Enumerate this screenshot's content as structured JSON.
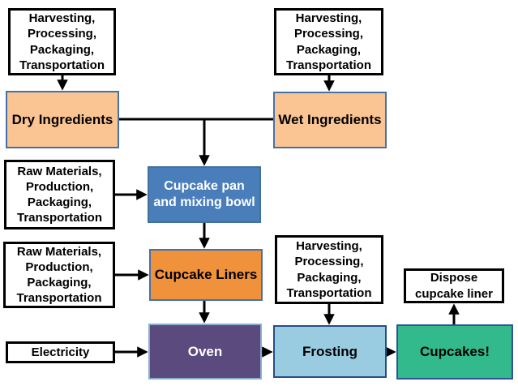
{
  "diagram": {
    "description": "Cupcake life-cycle flowchart",
    "nodes": {
      "top_left_inputs": {
        "label": "Harvesting,\nProcessing,\nPackaging,\nTransportation"
      },
      "top_right_inputs": {
        "label": "Harvesting,\nProcessing,\nPackaging,\nTransportation"
      },
      "dry_ingredients": {
        "label": "Dry Ingredients"
      },
      "wet_ingredients": {
        "label": "Wet Ingredients"
      },
      "pan_inputs": {
        "label": "Raw Materials,\nProduction,\nPackaging,\nTransportation"
      },
      "cupcake_pan": {
        "label": "Cupcake pan\nand mixing bowl"
      },
      "liner_inputs": {
        "label": "Raw Materials,\nProduction,\nPackaging,\nTransportation"
      },
      "cupcake_liners": {
        "label": "Cupcake Liners"
      },
      "frosting_inputs": {
        "label": "Harvesting,\nProcessing,\nPackaging,\nTransportation"
      },
      "dispose_liner": {
        "label": "Dispose\ncupcake liner"
      },
      "electricity": {
        "label": "Electricity"
      },
      "oven": {
        "label": "Oven"
      },
      "frosting": {
        "label": "Frosting"
      },
      "cupcakes": {
        "label": "Cupcakes!"
      }
    },
    "edges": [
      {
        "from": "top_left_inputs",
        "to": "dry_ingredients"
      },
      {
        "from": "top_right_inputs",
        "to": "wet_ingredients"
      },
      {
        "from": "dry_ingredients",
        "to": "cupcake_pan"
      },
      {
        "from": "wet_ingredients",
        "to": "cupcake_pan"
      },
      {
        "from": "pan_inputs",
        "to": "cupcake_pan"
      },
      {
        "from": "cupcake_pan",
        "to": "cupcake_liners"
      },
      {
        "from": "liner_inputs",
        "to": "cupcake_liners"
      },
      {
        "from": "cupcake_liners",
        "to": "oven"
      },
      {
        "from": "electricity",
        "to": "oven"
      },
      {
        "from": "oven",
        "to": "frosting"
      },
      {
        "from": "frosting_inputs",
        "to": "frosting"
      },
      {
        "from": "frosting",
        "to": "cupcakes"
      },
      {
        "from": "cupcakes",
        "to": "dispose_liner"
      }
    ],
    "colors": {
      "white_fill": "#ffffff",
      "black_border": "#000000",
      "ingredient_fill": "#fac493",
      "ingredient_border": "#4472a8",
      "pan_fill": "#4a7ebb",
      "pan_border": "#41719c",
      "liners_fill": "#f0913c",
      "liners_border": "#4472a8",
      "oven_fill": "#5b4a7e",
      "oven_border": "#8badd4",
      "frosting_fill": "#99cce0",
      "frosting_border": "#264e86",
      "cupcakes_fill": "#32ba8c",
      "cupcakes_border": "#2f5597",
      "connector": "#000000"
    }
  }
}
